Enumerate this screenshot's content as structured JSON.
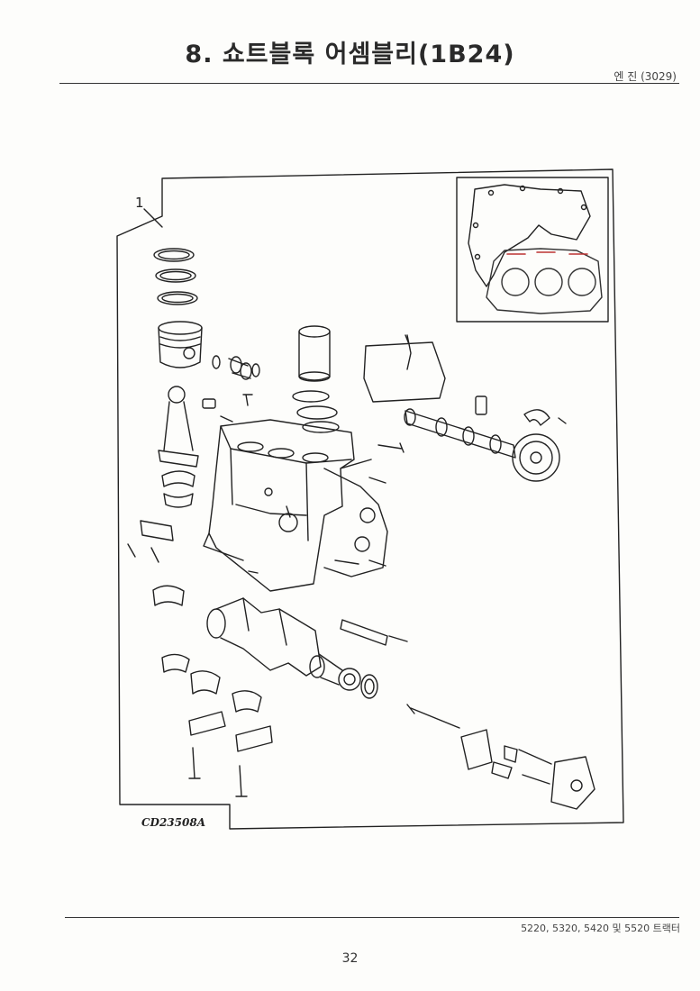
{
  "page": {
    "title": "8. 쇼트블록 어셈블리(1B24)",
    "section_ref": "엔 진 (3029)",
    "callout": "1",
    "figure_code": "CD23508A",
    "model_note": "5220, 5320, 5420 및 5520 트랙터",
    "page_number": "32"
  }
}
